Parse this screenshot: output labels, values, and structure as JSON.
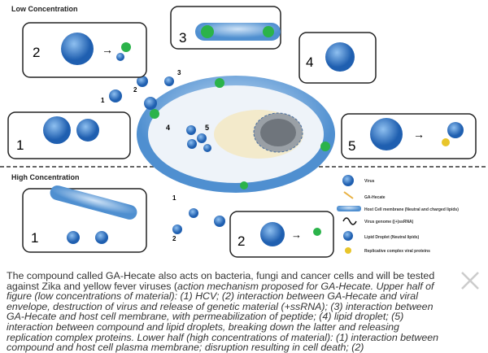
{
  "figure": {
    "low_heading": "Low Concentration",
    "high_heading": "High Concentration",
    "panel_numbers": {
      "p1": "1",
      "p2": "2",
      "p3": "3",
      "p4": "4",
      "p5": "5",
      "h1": "1",
      "h2": "2"
    },
    "cell_numbers": {
      "c1": "1",
      "c2": "2",
      "c3": "3",
      "c4": "4",
      "c5": "5",
      "hc1": "1",
      "hc2": "2"
    },
    "legend": [
      {
        "label": "Virus",
        "icon": "virus-icon"
      },
      {
        "label": "GA-Hecate",
        "icon": "peptide-icon"
      },
      {
        "label": "Host Cell membrane (Neutral and charged lipids)",
        "icon": "membrane-icon"
      },
      {
        "label": "Virus genome ((+)ssRNA)",
        "icon": "rna-icon"
      },
      {
        "label": "Lipid Droplet (Neutral lipids)",
        "icon": "lipid-droplet-icon"
      },
      {
        "label": "Replicative complex viral proteins",
        "icon": "protein-icon"
      }
    ],
    "colors": {
      "membrane": "#5b9bd5",
      "virus": "#3a78c2",
      "green": "#2bb34a",
      "cytoplasm": "#e9f0f8"
    }
  },
  "caption": {
    "normal": "The compound called GA-Hecate also acts on bacteria, fungi and cancer cells and will be tested against Zika and yellow fever viruses (",
    "italic": "action mechanism proposed for GA-Hecate. Upper half of figure (low concentrations of material): (1) HCV; (2) interaction between GA-Hecate and viral envelope, destruction of virus and release of genetic material (+ssRNA); (3) interaction between GA-Hecate and host cell membrane, with permeabilization of peptide; (4) lipid droplet; (5) interaction between compound and lipid droplets, breaking down the latter and releasing replication complex proteins. Lower half (high concentrations of material): (1) interaction between compound and host cell plasma membrane; disruption resulting in cell death; (2)"
  },
  "close_icon": "close-icon"
}
